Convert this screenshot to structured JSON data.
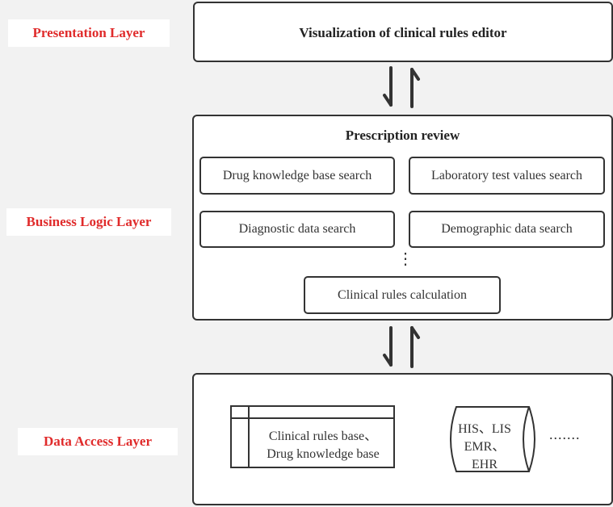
{
  "labels": {
    "presentation": "Presentation Layer",
    "business": "Business Logic Layer",
    "data_access": "Data Access Layer"
  },
  "presentation": {
    "title": "Visualization of clinical rules editor"
  },
  "business": {
    "title": "Prescription review",
    "items": [
      "Drug knowledge base search",
      "Laboratory test values search",
      "Diagnostic data search",
      "Demographic data search"
    ],
    "ellipsis": "⋮",
    "calc": "Clinical rules calculation"
  },
  "data_access": {
    "table_line1": "Clinical rules base、",
    "table_line2": "Drug knowledge base",
    "cyl_line1": "HIS、LIS",
    "cyl_line2": "EMR、EHR",
    "more": "......."
  },
  "colors": {
    "label_red": "#e02b2b",
    "stroke": "#333333",
    "background": "#f2f2f2"
  }
}
